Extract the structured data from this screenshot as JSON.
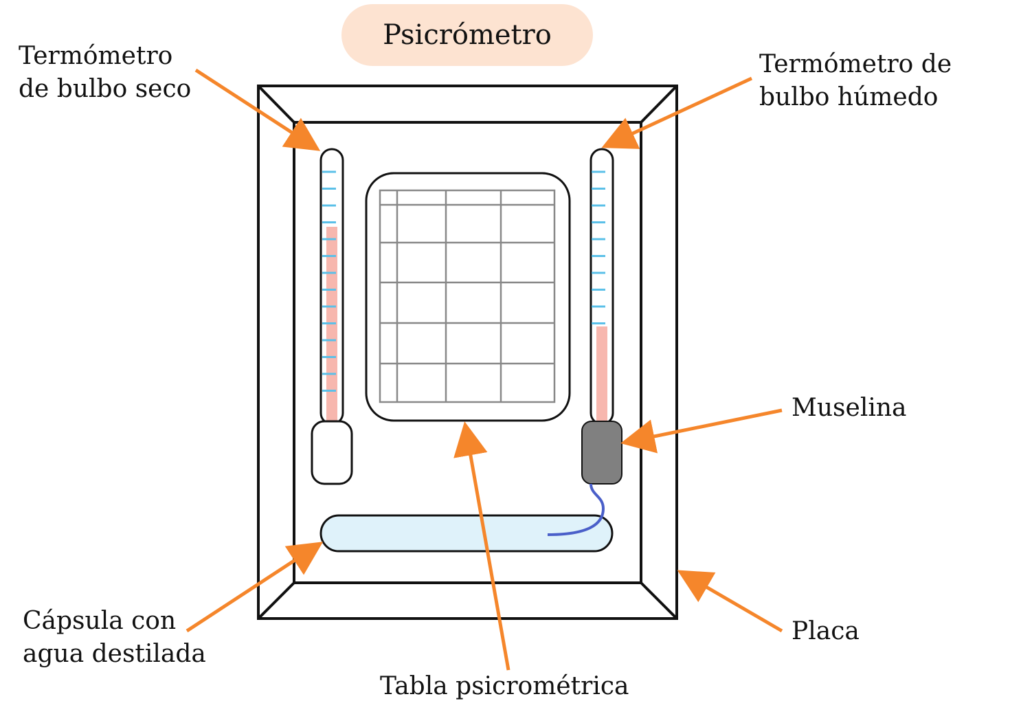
{
  "title": "Psicrómetro",
  "labels": {
    "dry_bulb": [
      "Termómetro",
      "de bulbo seco"
    ],
    "wet_bulb": [
      "Termómetro de",
      "bulbo húmedo"
    ],
    "muslin": "Muselina",
    "capsule": [
      "Cápsula con",
      "agua destilada"
    ],
    "table": "Tabla psicrométrica",
    "plate": "Placa"
  },
  "colors": {
    "arrow": "#f5862b",
    "title_bg": "#fde3d1",
    "tick": "#5bc0e8",
    "mercury": "#f7b7ae",
    "muslin": "#808080",
    "wick": "#4a5fc9",
    "water": "#dff2fa",
    "grid": "#888888"
  }
}
